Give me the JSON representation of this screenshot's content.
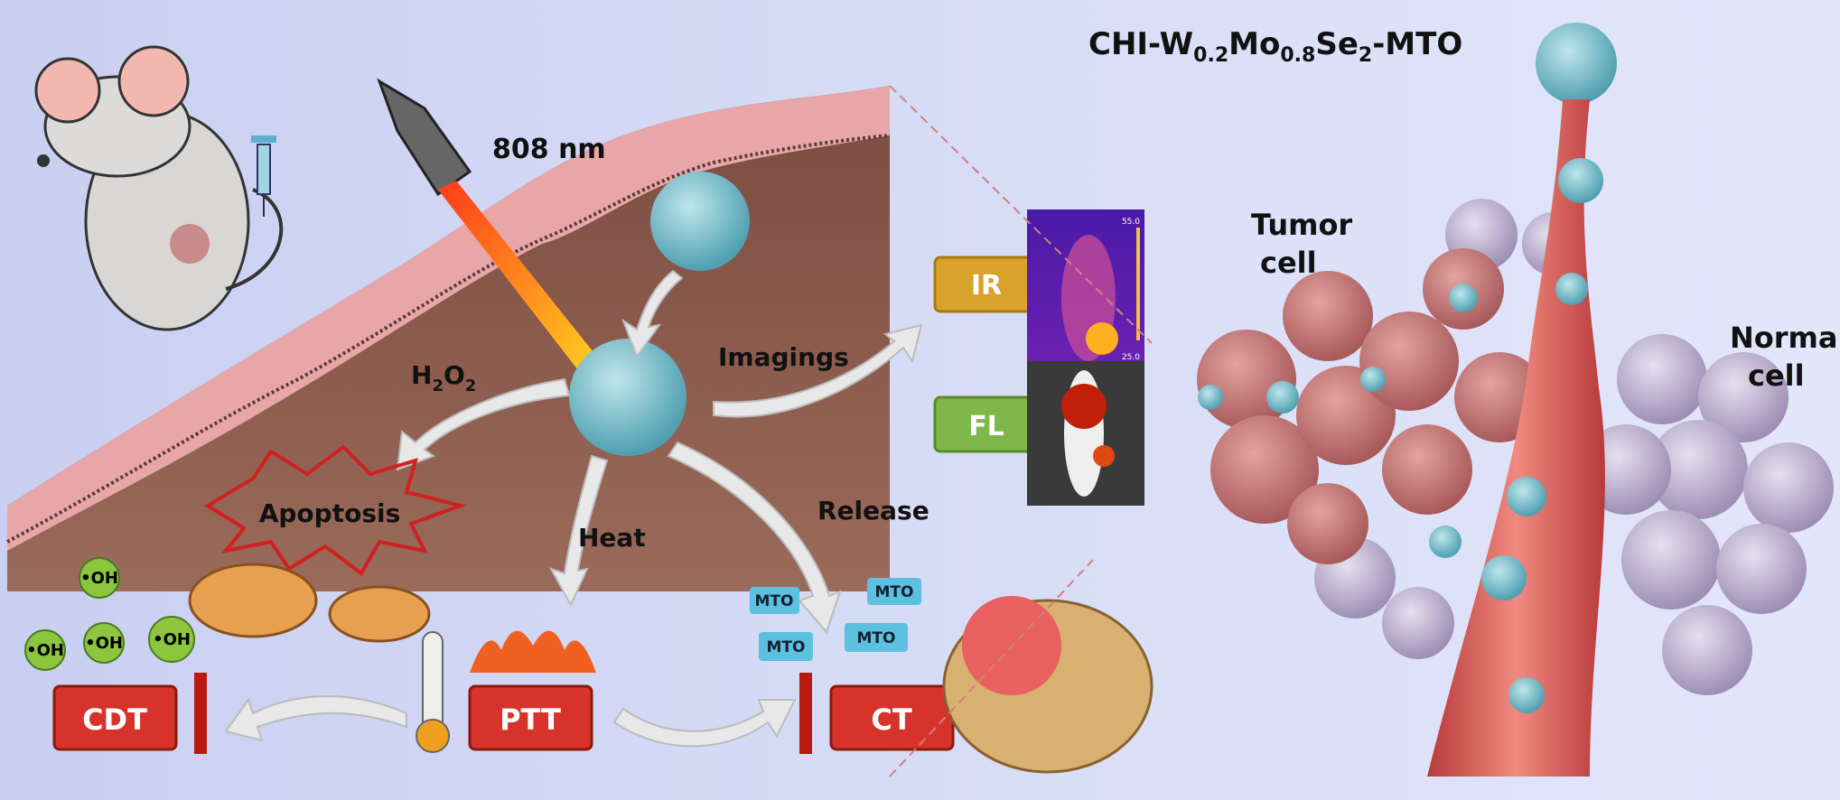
{
  "title": {
    "prefix": "CHI-W",
    "sub1": "0.2",
    "mid": "Mo",
    "sub2": "0.8",
    "se": "Se",
    "sub3": "2",
    "suffix": "-MTO"
  },
  "laser": "808 nm",
  "h2o2": {
    "h": "H",
    "sub": "2",
    "o": "O",
    "sub2": "2"
  },
  "labels": {
    "imagings": "Imagings",
    "heat": "Heat",
    "release": "Release",
    "apoptosis": "Apoptosis",
    "tumor_cell": "Tumor cell",
    "tumor_line1": "Tumor",
    "tumor_line2": "cell",
    "normal_line1": "Normal",
    "normal_line2": "cell"
  },
  "imaging_boxes": [
    "IR",
    "FL"
  ],
  "ir_scale": {
    "max": "55.0",
    "min": "25.0"
  },
  "therapy_boxes": [
    "CDT",
    "PTT",
    "CT"
  ],
  "radicals": [
    "•OH",
    "•OH",
    "•OH",
    "•OH"
  ],
  "drug_labels": [
    "MTO",
    "MTO",
    "MTO",
    "MTO"
  ],
  "colors": {
    "therapy_red": "#d8332a",
    "ir_gold": "#d9a22a",
    "fl_green": "#7fb84a",
    "tissue": "#8a5a4c",
    "skin": "#e6a0a4",
    "nanoparticle": "#7ec4cf"
  }
}
